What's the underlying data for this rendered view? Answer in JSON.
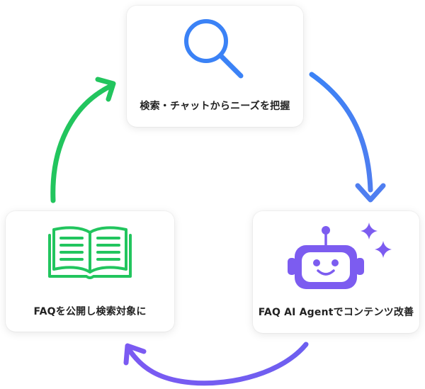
{
  "steps": [
    {
      "label": "検索・チャットからニーズを把握",
      "icon": "search-icon",
      "color": "#3b82f6"
    },
    {
      "label": "FAQ AI Agentでコンテンツ改善",
      "icon": "robot-icon",
      "color": "#7c5cf0"
    },
    {
      "label": "FAQを公開し検索対象に",
      "icon": "book-icon",
      "color": "#22c55e"
    }
  ],
  "arrows": {
    "search_to_agent": "#3b82f6",
    "agent_to_book": "#7c5cf0",
    "book_to_search": "#22c55e"
  }
}
